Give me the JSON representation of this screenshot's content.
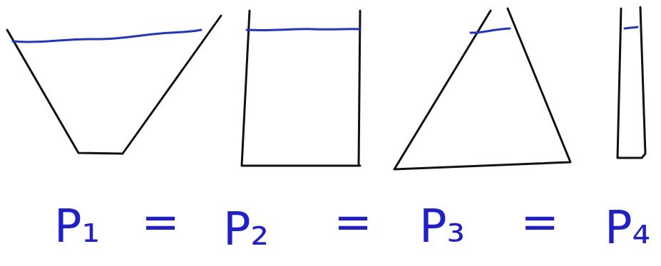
{
  "diagram": {
    "labels": [
      "P₁",
      "=",
      "P₂",
      "=",
      "P₃",
      "=",
      "P₄"
    ]
  }
}
